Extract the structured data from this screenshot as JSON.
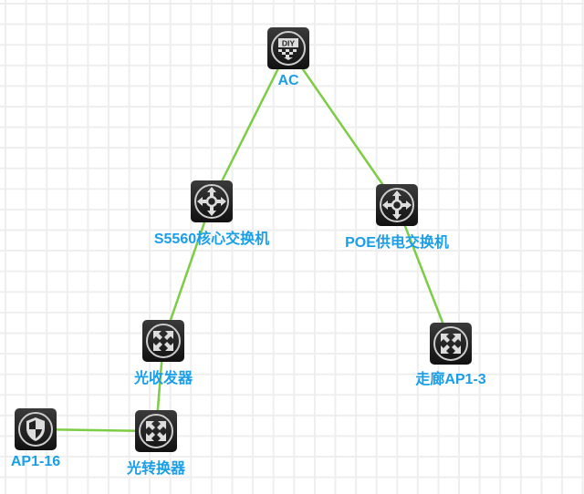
{
  "link_color": "#7ccc44",
  "label_color": "#1a9ee8",
  "nodes": [
    {
      "id": "ac",
      "label": "AC",
      "icon": "diy-icon",
      "glyph": "DIY"
    },
    {
      "id": "s5560",
      "label": "S5560核心交换机",
      "icon": "switch-icon"
    },
    {
      "id": "poe",
      "label": "POE供电交换机",
      "icon": "switch-icon"
    },
    {
      "id": "transceiver",
      "label": "光收发器",
      "icon": "transceiver-icon"
    },
    {
      "id": "ap1-3",
      "label": "走廊AP1-3",
      "icon": "transceiver-icon"
    },
    {
      "id": "converter",
      "label": "光转换器",
      "icon": "transceiver-icon"
    },
    {
      "id": "ap1-16",
      "label": "AP1-16",
      "icon": "shield-icon"
    }
  ],
  "links": [
    [
      "ac",
      "s5560"
    ],
    [
      "ac",
      "poe"
    ],
    [
      "s5560",
      "transceiver"
    ],
    [
      "transceiver",
      "converter"
    ],
    [
      "converter",
      "ap1-16"
    ],
    [
      "poe",
      "ap1-3"
    ]
  ]
}
